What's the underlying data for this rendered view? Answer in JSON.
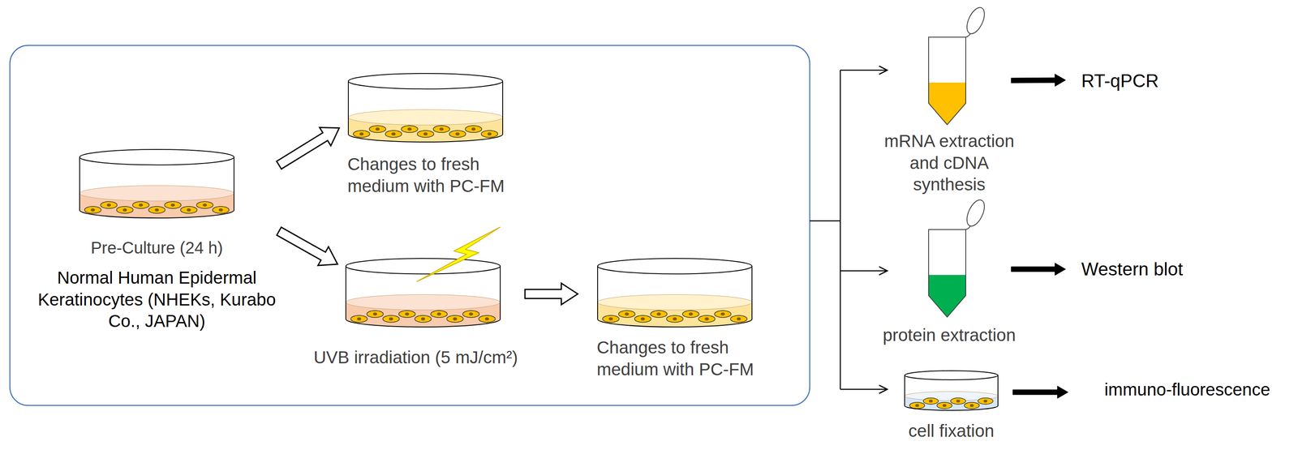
{
  "diagram": {
    "nodes": [
      {
        "text": [
          "Pre-Culture (24 h)",
          "Normal Human Epidermal Keratinocytes (NHEKs, Kurabo Co., JAPAN)"
        ]
      },
      {
        "text": [
          "Changes to fresh medium with PC-FM"
        ]
      },
      {
        "text": [
          "UVB irradiation (5 mJ/cm²)"
        ]
      },
      {
        "text": [
          "Changes to fresh medium with PC-FM"
        ]
      },
      {
        "text": [
          "mRNA extraction and cDNA synthesis"
        ]
      },
      {
        "text": [
          "protein extraction"
        ]
      },
      {
        "text": [
          "cell fixation"
        ]
      },
      {
        "text": [
          "RT-qPCR"
        ]
      },
      {
        "text": [
          "Western blot"
        ]
      },
      {
        "text": [
          "immuno-fluorescence"
        ]
      }
    ],
    "edges": [
      {
        "from": 0,
        "to": 1,
        "arrow": "to"
      },
      {
        "from": 0,
        "to": 2,
        "arrow": "to"
      },
      {
        "from": 2,
        "to": 3,
        "arrow": "to"
      },
      {
        "from": 4,
        "to": 7,
        "arrow": "to"
      },
      {
        "from": 5,
        "to": 8,
        "arrow": "to"
      },
      {
        "from": 6,
        "to": 9,
        "arrow": "to"
      }
    ]
  }
}
